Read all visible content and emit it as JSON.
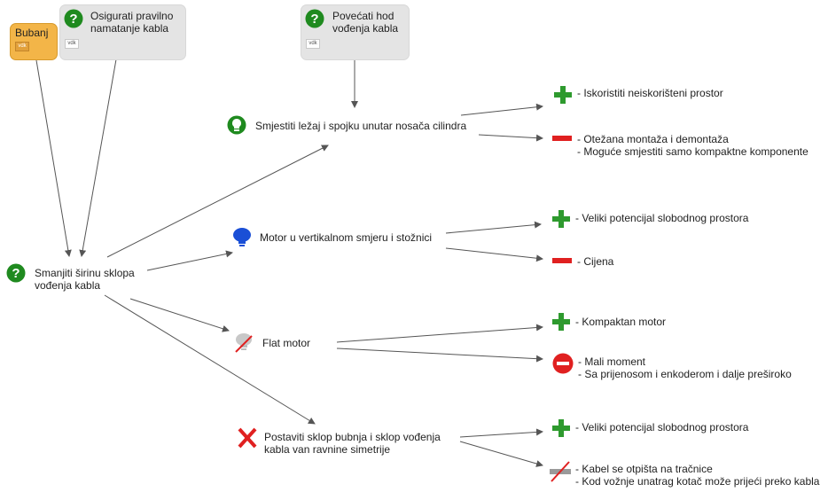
{
  "cards": {
    "bubanj": {
      "title": "Bubanj",
      "tag": "vdk",
      "color": "#f3b548"
    },
    "osigurati": {
      "title": "Osigurati pravilno\nnamatanje kabla",
      "tag": "vdk"
    },
    "povecati": {
      "title": "Povećati hod\nvođenja kabla",
      "tag": "vdk"
    }
  },
  "root": {
    "label": "Smanjiti širinu sklopa\nvođenja kabla"
  },
  "options": [
    {
      "label": "Smjestiti ležaj i spojku unutar nosača cilindra",
      "icon": "lightbulb-icon",
      "pro": "- Iskoristiti neiskorišteni prostor",
      "con": "- Otežana montaža i demontaža\n- Moguće smjestiti samo kompaktne komponente"
    },
    {
      "label": "Motor u vertikalnom smjeru i stožnici",
      "icon": "blue-bulb-icon",
      "pro": "- Veliki potencijal slobodnog prostora",
      "con": "- Cijena"
    },
    {
      "label": "Flat motor",
      "icon": "crossed-bulb-icon",
      "pro": "- Kompaktan motor",
      "con": "- Mali moment\n- Sa prijenosom i enkoderom i dalje preširoko"
    },
    {
      "label": "Postaviti sklop bubnja i sklop vođenja\nkabla van ravnine simetrije",
      "icon": "red-x-icon",
      "pro": "- Veliki potencijal slobodnog prostora",
      "con": "- Kabel se otpišta na tračnice\n- Kod vožnje unatrag kotač može prijeći preko kabla"
    }
  ],
  "colors": {
    "pro": "#2e9a2e",
    "con": "#e02020",
    "question": "#1f8a1f",
    "idea": "#1f8a1f",
    "blue": "#1a4fd6",
    "arrow": "#555555"
  }
}
